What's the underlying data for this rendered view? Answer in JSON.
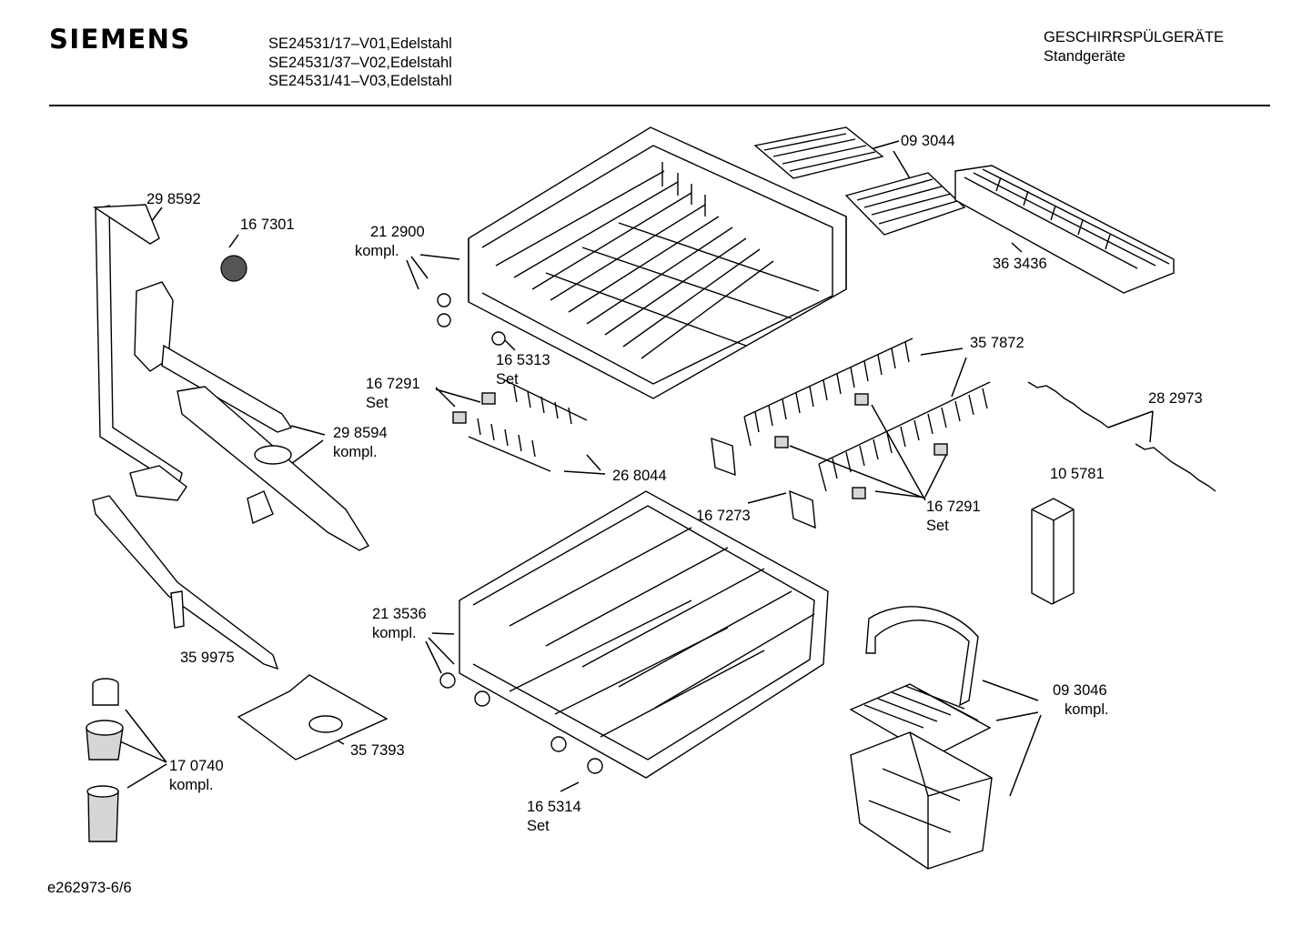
{
  "header": {
    "brand": "SIEMENS",
    "models": [
      "SE24531/17–V01,Edelstahl",
      "SE24531/37–V02,Edelstahl",
      "SE24531/41–V03,Edelstahl"
    ],
    "category": "GESCHIRRSPÜLGERÄTE",
    "subcategory": "Standgeräte"
  },
  "footer": {
    "doc_id": "e262973-6/6"
  },
  "parts": [
    {
      "number": "29 8592",
      "note": ""
    },
    {
      "number": "16 7301",
      "note": ""
    },
    {
      "number": "21 2900",
      "note": "kompl."
    },
    {
      "number": "09 3044",
      "note": ""
    },
    {
      "number": "36 3436",
      "note": ""
    },
    {
      "number": "16 5313",
      "note": "Set"
    },
    {
      "number": "35 7872",
      "note": ""
    },
    {
      "number": "16 7291",
      "note": "Set"
    },
    {
      "number": "28 2973",
      "note": ""
    },
    {
      "number": "29 8594",
      "note": "kompl."
    },
    {
      "number": "26 8044",
      "note": ""
    },
    {
      "number": "10 5781",
      "note": ""
    },
    {
      "number": "16 7273",
      "note": ""
    },
    {
      "number": "16 7291",
      "note": "Set"
    },
    {
      "number": "21 3536",
      "note": "kompl."
    },
    {
      "number": "35 9975",
      "note": ""
    },
    {
      "number": "09 3046",
      "note": "kompl."
    },
    {
      "number": "35 7393",
      "note": ""
    },
    {
      "number": "17 0740",
      "note": "kompl."
    },
    {
      "number": "16 5314",
      "note": "Set"
    }
  ]
}
